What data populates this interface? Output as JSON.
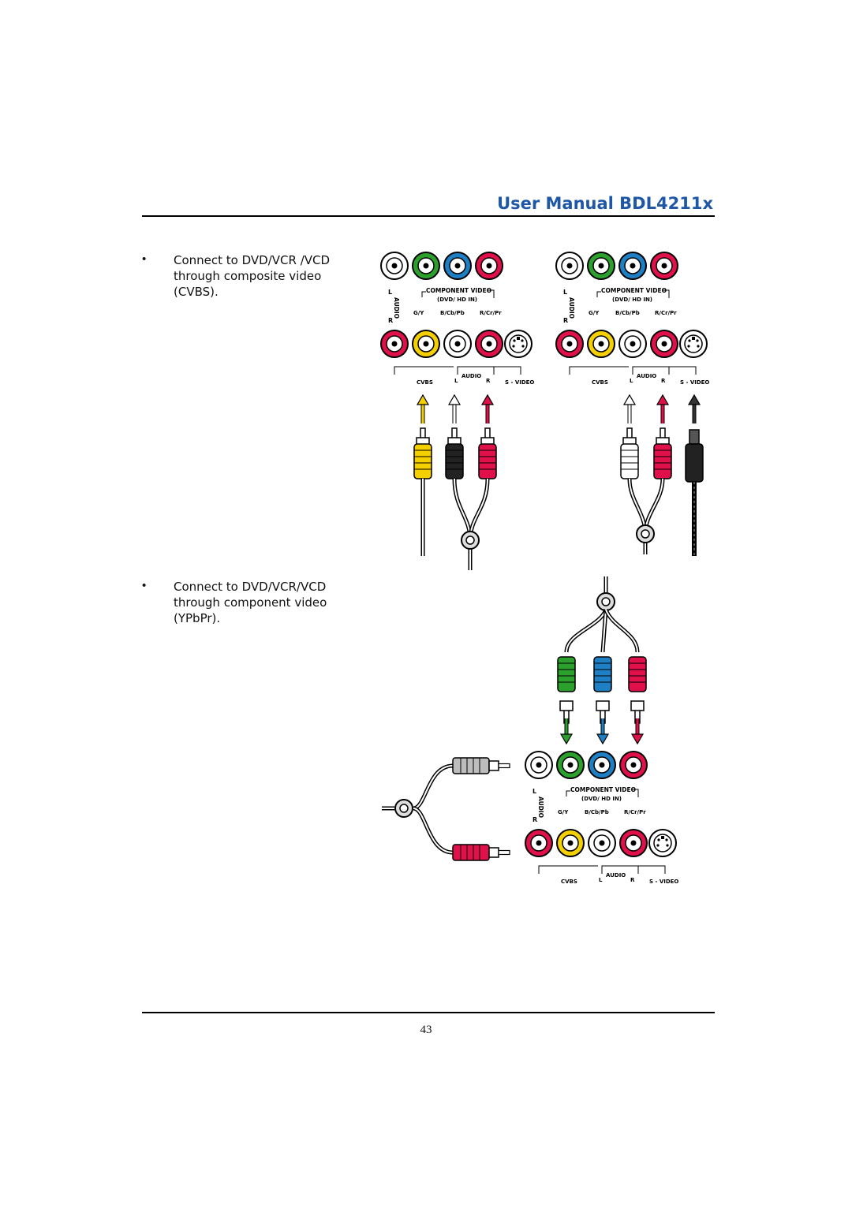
{
  "header": {
    "title": "User Manual BDL4211x"
  },
  "instructions": [
    {
      "bullet": "•",
      "text": "Connect to DVD/VCR /VCD through composite video (CVBS)."
    },
    {
      "bullet": "•",
      "text": "Connect to DVD/VCR/VCD through component video (YPbPr)."
    }
  ],
  "panel_labels": {
    "component_video": "COMPONENT VIDEO",
    "dvd_hd_in": "(DVD/ HD IN)",
    "audio_vertical": "AUDIO",
    "l": "L",
    "r": "R",
    "gy": "G/Y",
    "bcbpb": "B/Cb/Pb",
    "rcrpr": "R/Cr/Pr",
    "cvbs": "CVBS",
    "audio": "AUDIO",
    "svideo": "S - VIDEO"
  },
  "colors": {
    "green": "#2ca02c",
    "blue": "#1f7fc4",
    "red": "#e0104a",
    "yellow": "#f5d000",
    "white": "#ffffff",
    "black": "#000000",
    "title_blue": "#1e57a8"
  },
  "footer": {
    "page_number": "43"
  }
}
